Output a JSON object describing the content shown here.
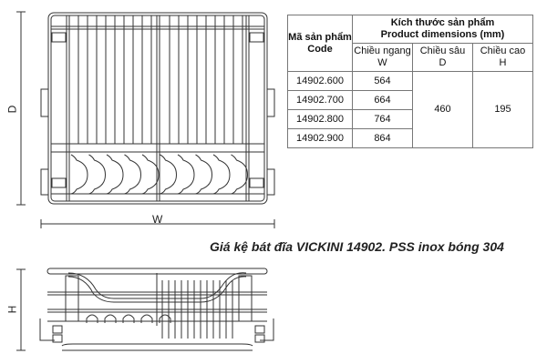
{
  "table": {
    "code_header": "Mã sản phẩm",
    "code_header_en": "Code",
    "dims_header": "Kích thước sản phẩm",
    "dims_header_en": "Product dimensions (mm)",
    "col_w": "Chiều ngang",
    "col_w_sym": "W",
    "col_d": "Chiều sâu",
    "col_d_sym": "D",
    "col_h": "Chiều cao",
    "col_h_sym": "H",
    "rows": [
      {
        "code": "14902.600",
        "w": "564"
      },
      {
        "code": "14902.700",
        "w": "664"
      },
      {
        "code": "14902.800",
        "w": "764"
      },
      {
        "code": "14902.900",
        "w": "864"
      }
    ],
    "depth": "460",
    "height": "195"
  },
  "drawing": {
    "label_d": "D",
    "label_w": "W",
    "label_h": "H"
  },
  "caption": "Giá kệ bát đĩa VICKINI 14902. PSS inox bóng 304"
}
